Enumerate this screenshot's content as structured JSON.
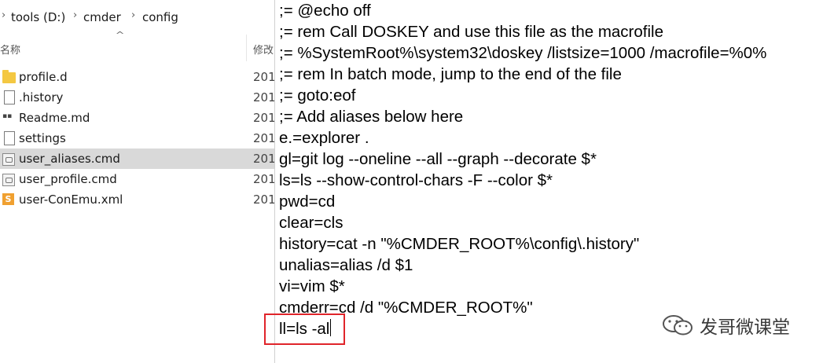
{
  "breadcrumb": {
    "items": [
      "tools (D:)",
      "cmder",
      "config"
    ],
    "separator": "›"
  },
  "columns": {
    "name": "名称",
    "modified": "修改"
  },
  "files": [
    {
      "name": "profile.d",
      "date": "201",
      "icon": "folder-icon",
      "selected": false
    },
    {
      "name": ".history",
      "date": "201",
      "icon": "file-icon",
      "selected": false
    },
    {
      "name": "Readme.md",
      "date": "201",
      "icon": "markdown-icon",
      "selected": false
    },
    {
      "name": "settings",
      "date": "201",
      "icon": "file-icon",
      "selected": false
    },
    {
      "name": "user_aliases.cmd",
      "date": "201",
      "icon": "cmd-file-icon",
      "selected": true
    },
    {
      "name": "user_profile.cmd",
      "date": "201",
      "icon": "cmd-file-icon",
      "selected": false
    },
    {
      "name": "user-ConEmu.xml",
      "date": "201",
      "icon": "sublime-file-icon",
      "selected": false
    }
  ],
  "editor": {
    "lines": [
      ";= @echo off",
      ";= rem Call DOSKEY and use this file as the macrofile",
      ";= %SystemRoot%\\system32\\doskey /listsize=1000 /macrofile=%0%",
      ";= rem In batch mode, jump to the end of the file",
      ";= goto:eof",
      ";= Add aliases below here",
      "e.=explorer .",
      "gl=git log --oneline --all --graph --decorate  $*",
      "ls=ls --show-control-chars -F --color $*",
      "pwd=cd",
      "clear=cls",
      "history=cat -n \"%CMDER_ROOT%\\config\\.history\"",
      "unalias=alias /d $1",
      "vi=vim $*",
      "cmderr=cd /d \"%CMDER_ROOT%\"",
      "ll=ls -al"
    ]
  },
  "watermark": {
    "text": "发哥微课堂",
    "icon": "wechat-icon"
  },
  "colors": {
    "selection": "#d9d9d9",
    "highlight_border": "#e0242a"
  }
}
